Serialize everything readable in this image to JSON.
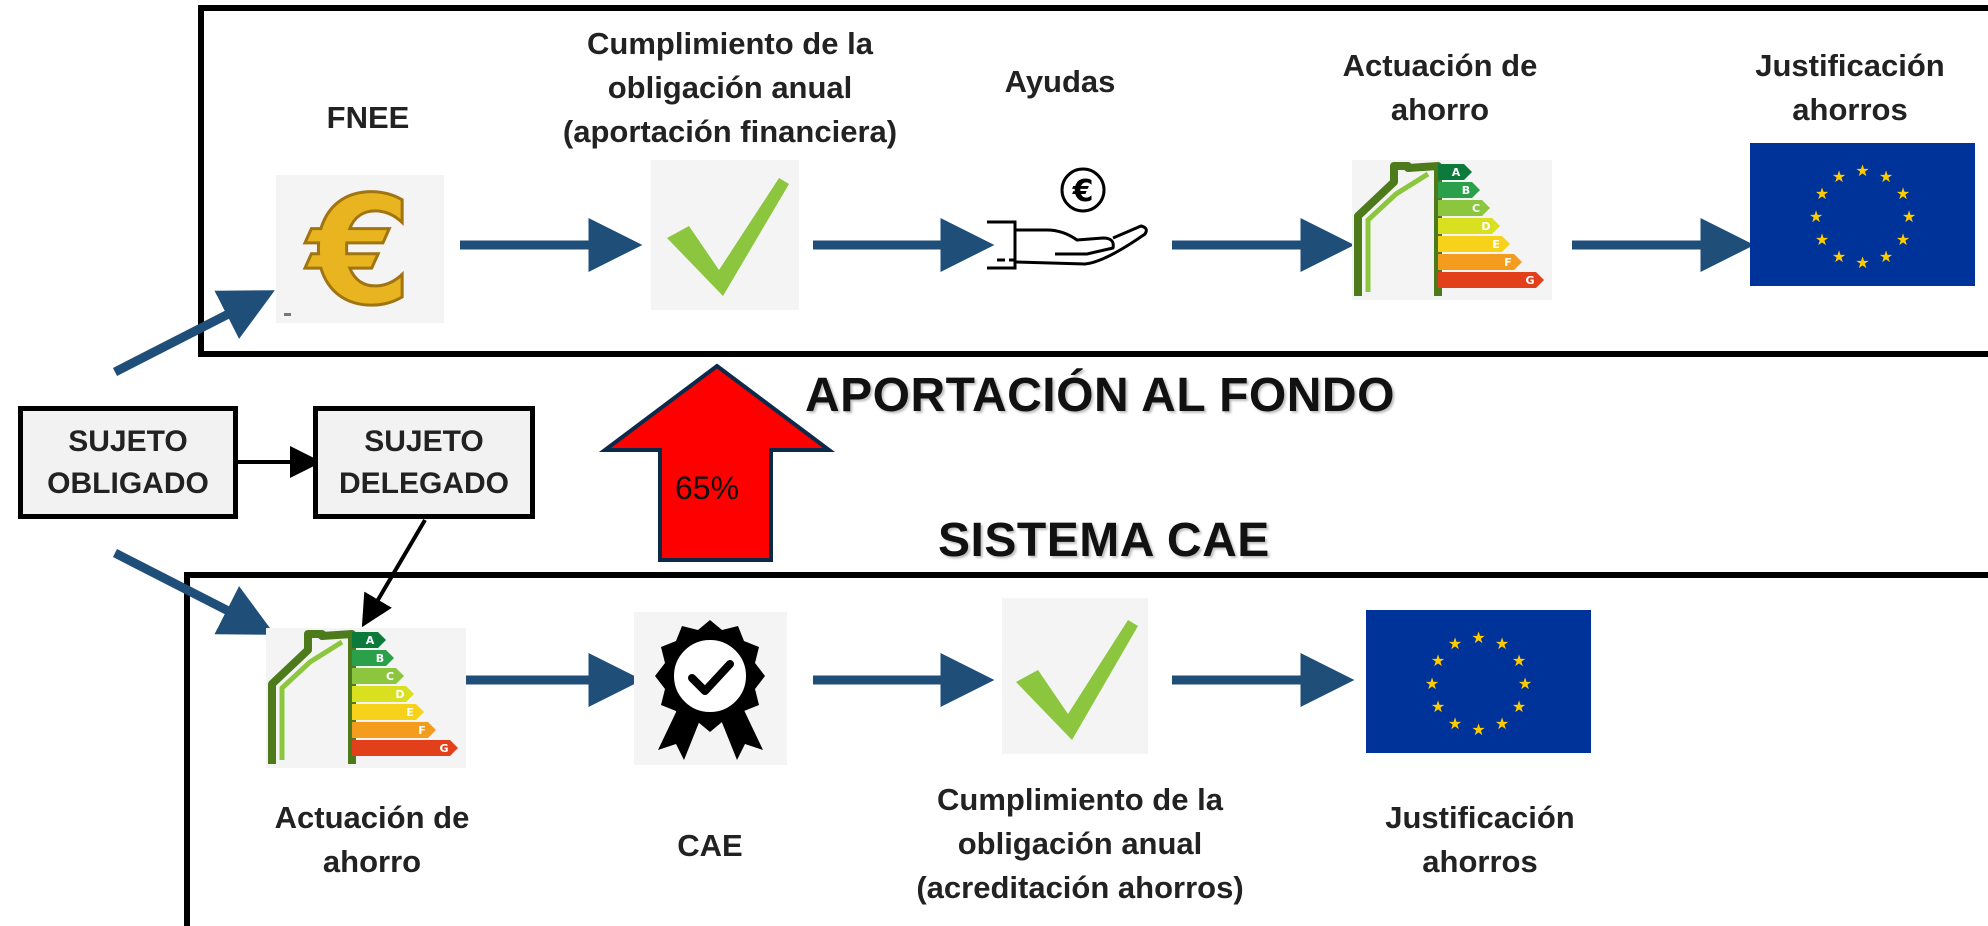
{
  "top_flow": {
    "steps": [
      {
        "label": "FNEE",
        "icon": "euro-coin-icon"
      },
      {
        "label": "Cumplimiento de la\nobligación anual\n(aportación financiera)",
        "icon": "checkmark-icon"
      },
      {
        "label": "Ayudas",
        "icon": "hand-euro-icon"
      },
      {
        "label": "Actuación de\nahorro",
        "icon": "energy-rating-house-icon"
      },
      {
        "label": "Justificación\nahorros",
        "icon": "eu-flag-icon"
      }
    ]
  },
  "bottom_flow": {
    "steps": [
      {
        "label": "Actuación de\nahorro",
        "icon": "energy-rating-house-icon"
      },
      {
        "label": "CAE",
        "icon": "certificate-badge-icon"
      },
      {
        "label": "Cumplimiento de la\nobligación anual\n(acreditación ahorros)",
        "icon": "checkmark-icon"
      },
      {
        "label": "Justificación\nahorros",
        "icon": "eu-flag-icon"
      }
    ]
  },
  "headings": {
    "fondo": "APORTACIÓN AL FONDO",
    "cae": "SISTEMA CAE"
  },
  "actors": {
    "obligado": "SUJETO\nOBLIGADO",
    "delegado": "SUJETO\nDELEGADO"
  },
  "share_arrow": {
    "label": "65%",
    "color": "#ff0000"
  },
  "energy_grades": [
    "A",
    "B",
    "C",
    "D",
    "E",
    "F",
    "G"
  ],
  "colors": {
    "flow_arrow": "#1f4e79",
    "check": "#8cc63f",
    "eu_blue": "#003399",
    "eu_star": "#ffcc00",
    "euro_gold": "#e8b420"
  }
}
